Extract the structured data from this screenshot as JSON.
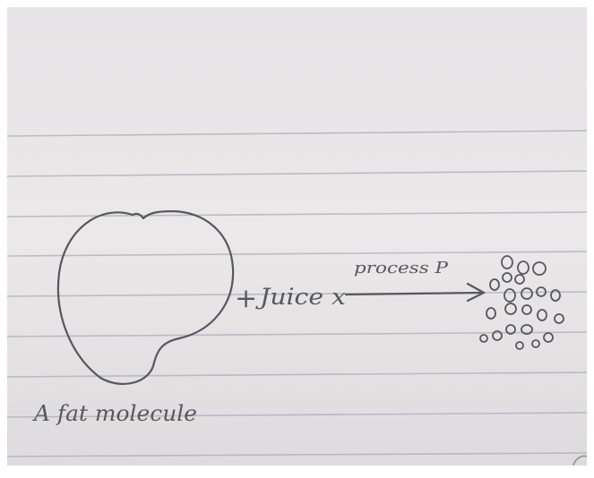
{
  "diagram": {
    "plus_sign": "+",
    "reactant_label": "Juice x",
    "process_label": "process P",
    "molecule_caption": "A fat molecule"
  },
  "colors": {
    "paper": "#e9e6e7",
    "paper_shade": "#d8d6d9",
    "rule_line": "#a9adc2",
    "ink": "#55585d",
    "border": "#ffffff"
  },
  "product": {
    "depiction": "scattered small circles (smaller pieces)",
    "circle_count": 22
  }
}
